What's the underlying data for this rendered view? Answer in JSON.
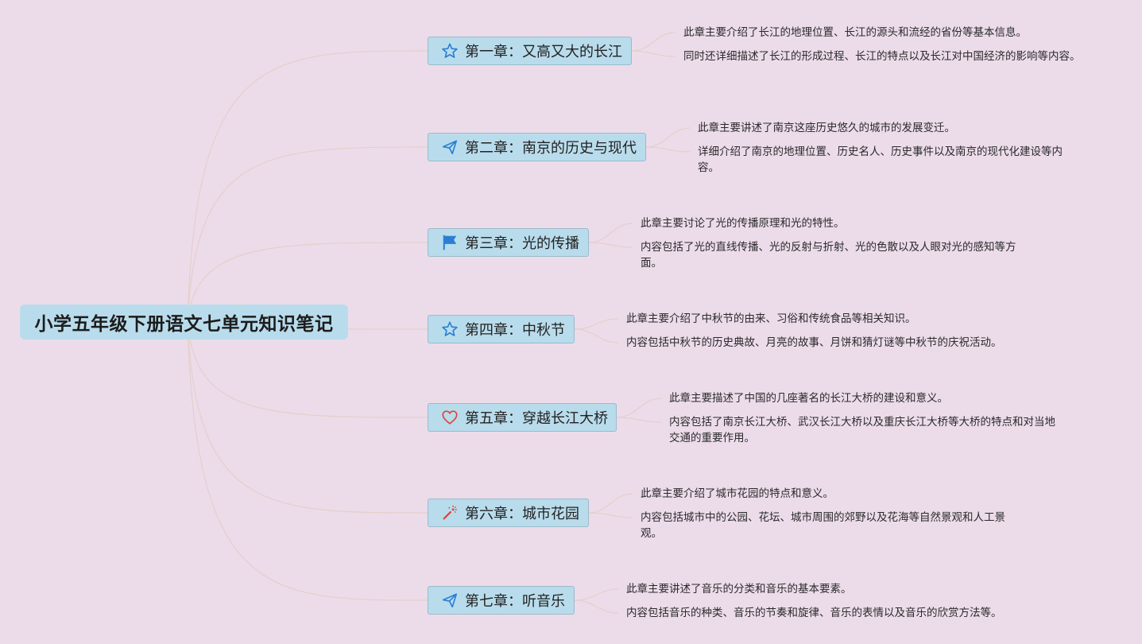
{
  "root": {
    "title": "小学五年级下册语文七单元知识笔记"
  },
  "chapters": [
    {
      "title": "第一章：又高又大的长江",
      "icon": "star-icon",
      "notes": [
        "此章主要介绍了长江的地理位置、长江的源头和流经的省份等基本信息。",
        "同时还详细描述了长江的形成过程、长江的特点以及长江对中国经济的影响等内容。"
      ]
    },
    {
      "title": "第二章：南京的历史与现代",
      "icon": "paper-plane-icon",
      "notes": [
        "此章主要讲述了南京这座历史悠久的城市的发展变迁。",
        "详细介绍了南京的地理位置、历史名人、历史事件以及南京的现代化建设等内容。"
      ]
    },
    {
      "title": "第三章：光的传播",
      "icon": "flag-icon",
      "notes": [
        "此章主要讨论了光的传播原理和光的特性。",
        "内容包括了光的直线传播、光的反射与折射、光的色散以及人眼对光的感知等方面。"
      ]
    },
    {
      "title": "第四章：中秋节",
      "icon": "star-icon",
      "notes": [
        "此章主要介绍了中秋节的由来、习俗和传统食品等相关知识。",
        "内容包括中秋节的历史典故、月亮的故事、月饼和猜灯谜等中秋节的庆祝活动。"
      ]
    },
    {
      "title": "第五章：穿越长江大桥",
      "icon": "heart-icon",
      "notes": [
        "此章主要描述了中国的几座著名的长江大桥的建设和意义。",
        "内容包括了南京长江大桥、武汉长江大桥以及重庆长江大桥等大桥的特点和对当地交通的重要作用。"
      ]
    },
    {
      "title": "第六章：城市花园",
      "icon": "magic-wand-icon",
      "notes": [
        "此章主要介绍了城市花园的特点和意义。",
        "内容包括城市中的公园、花坛、城市周围的郊野以及花海等自然景观和人工景观。"
      ]
    },
    {
      "title": "第七章：听音乐",
      "icon": "paper-plane-icon",
      "notes": [
        "此章主要讲述了音乐的分类和音乐的基本要素。",
        "内容包括音乐的种类、音乐的节奏和旋律、音乐的表情以及音乐的欣赏方法等。"
      ]
    }
  ],
  "colors": {
    "background": "#ecdcea",
    "node_fill": "#b9dcec",
    "node_border": "#9cbac9",
    "connector": "#e4cfc8",
    "icon_blue": "#2a7fd4",
    "icon_red": "#d9463a"
  }
}
